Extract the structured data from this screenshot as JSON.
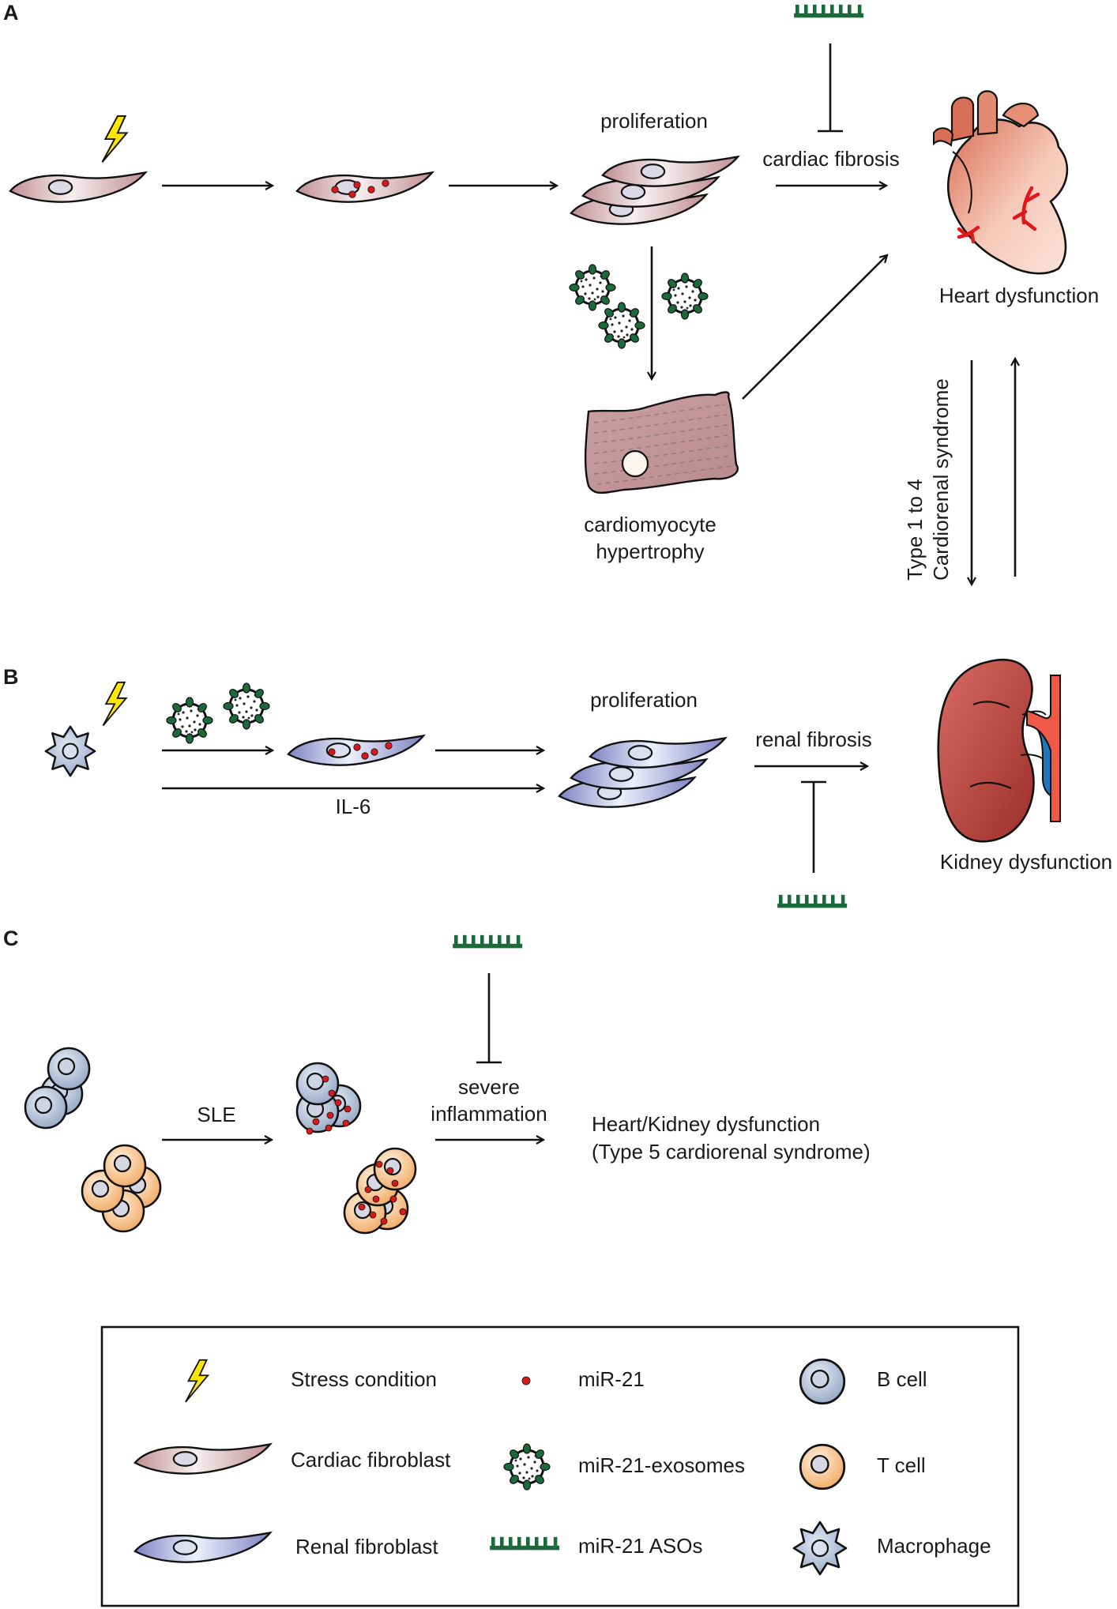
{
  "panels": {
    "a": "A",
    "b": "B",
    "c": "C"
  },
  "panel_a": {
    "proliferation": "proliferation",
    "cardiac_fibrosis": "cardiac fibrosis",
    "heart_dysfunction": "Heart dysfunction",
    "hypertrophy_line1": "cardiomyocyte",
    "hypertrophy_line2": "hypertrophy",
    "crs_line1": "Type 1 to 4",
    "crs_line2": "Cardiorenal syndrome"
  },
  "panel_b": {
    "proliferation": "proliferation",
    "renal_fibrosis": "renal fibrosis",
    "il6": "IL-6",
    "kidney_dysfunction": "Kidney dysfunction"
  },
  "panel_c": {
    "sle": "SLE",
    "inflammation_line1": "severe",
    "inflammation_line2": "inflammation",
    "outcome_line1": "Heart/Kidney dysfunction",
    "outcome_line2": "(Type 5 cardiorenal syndrome)"
  },
  "legend": {
    "stress": "Stress condition",
    "cardiac_fibroblast": "Cardiac fibroblast",
    "renal_fibroblast": "Renal fibroblast",
    "mir21": "miR-21",
    "exosomes": "miR-21-exosomes",
    "asos": "miR-21 ASOs",
    "b_cell": "B cell",
    "t_cell": "T cell",
    "macrophage": "Macrophage"
  },
  "colors": {
    "cardiac_fibroblast": "#c8a3a6",
    "renal_fibroblast": "#8e93c9",
    "mir21_dot": "#d7191c",
    "aso": "#1b6b3a",
    "b_cell": "#9fb0c9",
    "t_cell": "#f2b06a",
    "heart": "#e88a6e",
    "kidney": "#b5403b",
    "stress": "#ffe600"
  }
}
